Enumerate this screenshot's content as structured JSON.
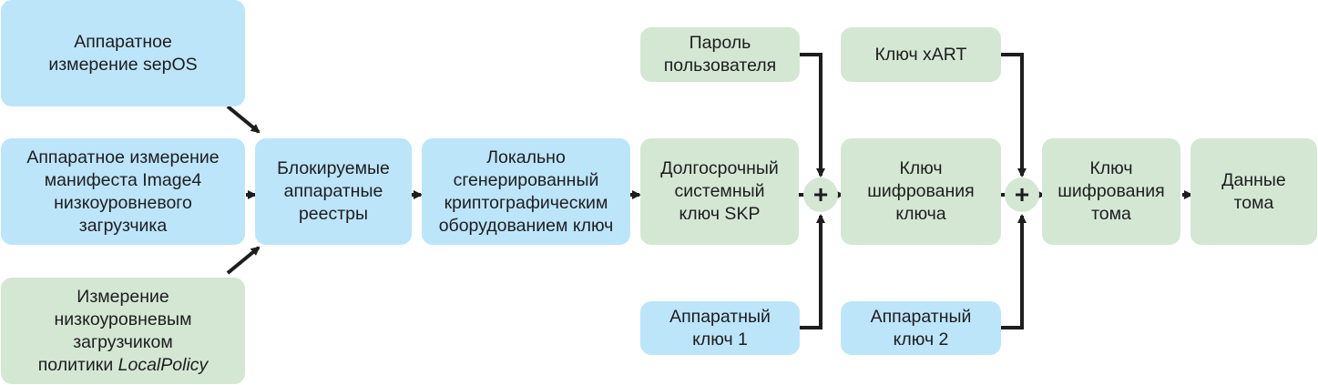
{
  "nodes": {
    "sepos": "Аппаратное\nизмерение sepOS",
    "manifest": "Аппаратное измерение\nманифеста Image4\nнизкоуровневого\nзагрузчика",
    "localpolicy_main": "Измерение\nнизкоуровневым\nзагрузчиком\nполитики",
    "localpolicy_em": "LocalPolicy",
    "registers": "Блокируемые\nаппаратные\nреестры",
    "local_key": "Локально\nсгенерированный\nкриптографическим\nоборудованием ключ",
    "skp": "Долгосрочный\nсистемный\nключ SKP",
    "password": "Пароль\nпользователя",
    "hw_key1": "Аппаратный\nключ 1",
    "kek": "Ключ\nшифрования\nключа",
    "xart": "Ключ xART",
    "hw_key2": "Аппаратный\nключ 2",
    "vek": "Ключ\nшифрования\nтома",
    "volume_data": "Данные\nтома"
  },
  "operators": {
    "plus1": "+",
    "plus2": "+"
  },
  "colors": {
    "blue": "#bde5fa",
    "green": "#d4e7d3",
    "line": "#1d1d1f",
    "op_circle": "#d4e7d3"
  }
}
